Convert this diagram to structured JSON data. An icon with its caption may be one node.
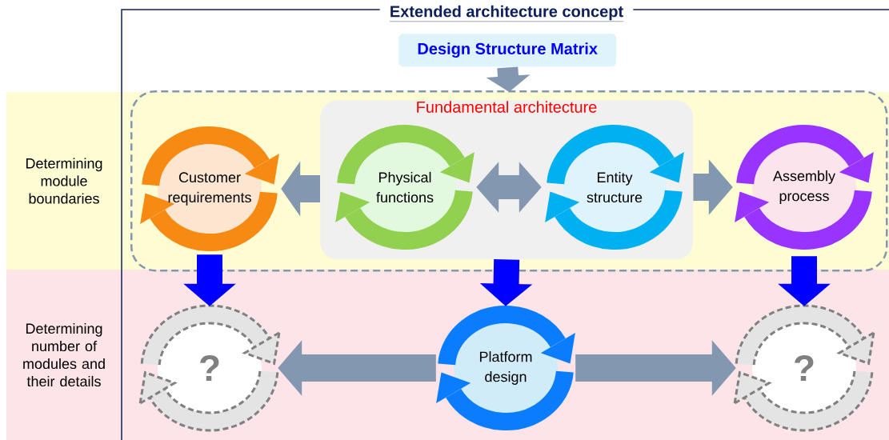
{
  "diagram": {
    "nodes": [
      {
        "text": [
          "Extended architecture concept"
        ]
      },
      {
        "text": [
          "Design Structure Matrix"
        ],
        "in": 0
      },
      {
        "text": [],
        "shape": "box",
        "in": 0
      },
      {
        "text": [
          "Fundamental architecture"
        ],
        "in": 2
      },
      {
        "text": [
          "Customer requirements"
        ],
        "in": 2
      },
      {
        "text": [
          "Physical functions"
        ],
        "in": 3
      },
      {
        "text": [
          "Entity structure"
        ],
        "in": 3
      },
      {
        "text": [
          "Assembly process"
        ],
        "in": 2
      },
      {
        "text": [
          "?"
        ],
        "in": 0
      },
      {
        "text": [
          "Platform design"
        ],
        "in": 0
      },
      {
        "text": [
          "?"
        ],
        "in": 0
      }
    ],
    "edges": [
      {
        "from": 1,
        "to": 2,
        "arrow": "to"
      },
      {
        "from": 3,
        "to": 4,
        "arrow": "to"
      },
      {
        "from": 5,
        "to": 6,
        "arrow": "both"
      },
      {
        "from": 3,
        "to": 7,
        "arrow": "to"
      },
      {
        "from": 4,
        "to": 8,
        "arrow": "to",
        "color": "#0000ff"
      },
      {
        "from": 3,
        "to": 9,
        "arrow": "to",
        "color": "#0000ff"
      },
      {
        "from": 7,
        "to": 10,
        "arrow": "to",
        "color": "#0000ff"
      },
      {
        "from": 9,
        "to": 8,
        "arrow": "to"
      },
      {
        "from": 9,
        "to": 10,
        "arrow": "to"
      }
    ],
    "labels": [
      "Determining module boundaries",
      "Determining number of modules and their details"
    ]
  }
}
